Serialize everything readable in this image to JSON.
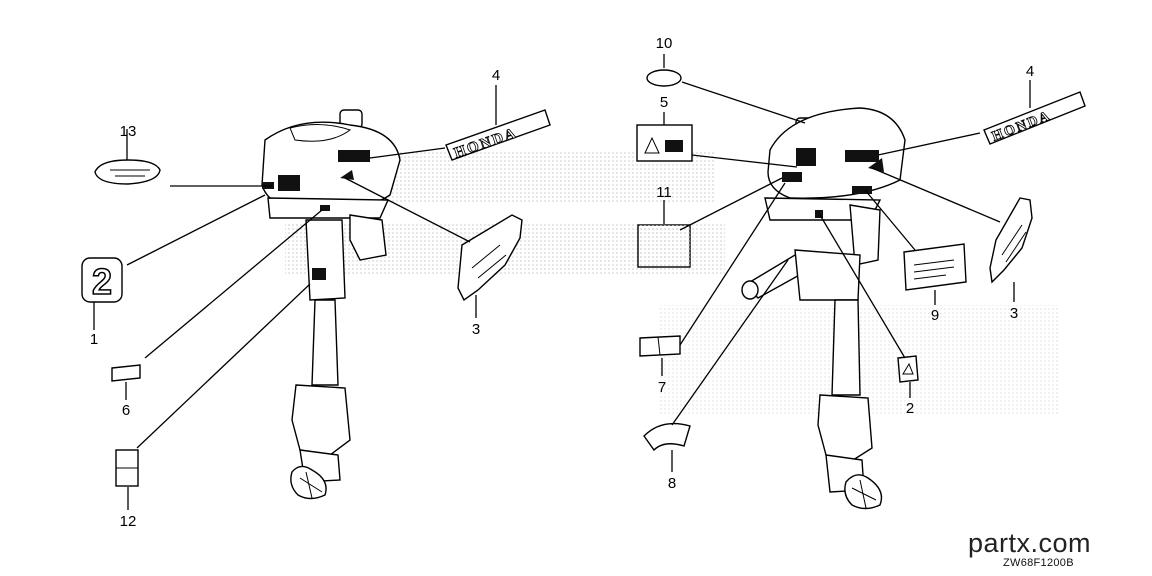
{
  "callouts": {
    "c1": "1",
    "c2": "2",
    "c3a": "3",
    "c3b": "3",
    "c4a": "4",
    "c4b": "4",
    "c5": "5",
    "c6": "6",
    "c7": "7",
    "c8": "8",
    "c9": "9",
    "c10": "10",
    "c11": "11",
    "c12": "12",
    "c13": "13"
  },
  "watermark": {
    "brand": "partx.com",
    "code": "ZW68F1200B"
  },
  "emblems": {
    "honda": "HONDA",
    "two": "2"
  },
  "colors": {
    "line": "#000000",
    "background": "#ffffff",
    "shade": "#e6e6e6",
    "stipple": "#cfcfcf"
  },
  "icons": [
    "outboard-motor-illustration",
    "decal-illustration",
    "leader-line"
  ]
}
